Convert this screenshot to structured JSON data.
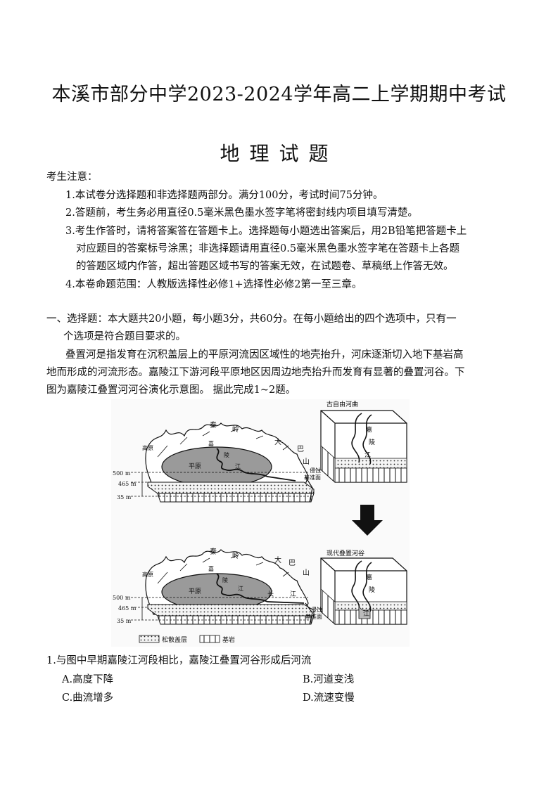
{
  "header": {
    "title": "本溪市部分中学2023-2024学年高二上学期期中考试",
    "subtitle": "地理试题"
  },
  "notice": {
    "heading": "考生注意：",
    "items": [
      "1.本试卷分选择题和非选择题两部分。满分100分，考试时间75分钟。",
      "2.答题前，考生务必用直径0.5毫米黑色墨水签字笔将密封线内项目填写清楚。",
      "3.考生作答时，请将答案答在答题卡上。选择题每小题选出答案后，用2B铅笔把答题卡上",
      "对应题目的答案标号涂黑；非选择题请用直径0.5毫米黑色墨水签字笔在答题卡上各题",
      "的答题区域内作答，超出答题区域书写的答案无效，在试题卷、草稿纸上作答无效。",
      "4.本卷命题范围：人教版选择性必修1+选择性必修2第一至三章。"
    ]
  },
  "section1": {
    "heading_line1": "一、选择题：本大题共20小题，每小题3分，共60分。在每小题给出的四个选项中，只有一",
    "heading_line2": "个选项是符合题目要求的。",
    "passage": [
      "叠置河是指发育在沉积盖层上的平原河流因区域性的地壳抬升，河床逐渐切入地下基岩高",
      "地而形成的河流形态。嘉陵江下游河段平原地区因周边地壳抬升而发育有显著的叠置河谷。下",
      "图为嘉陵江叠置河河谷演化示意图。 据此完成1~2题。"
    ]
  },
  "figure": {
    "top_panel": {
      "labels": [
        "秦",
        "岭",
        "大",
        "巴",
        "山",
        "高原",
        "平原",
        "嘉",
        "陵",
        "江"
      ],
      "block_title": "古自由河曲",
      "block_river": [
        "嘉",
        "陵",
        "江"
      ],
      "base_label": [
        "侵蚀",
        "基准面"
      ]
    },
    "bottom_panel": {
      "labels": [
        "秦",
        "岭",
        "大",
        "巴",
        "山",
        "高原",
        "平原",
        "嘉",
        "陵",
        "江",
        "长",
        "江"
      ],
      "block_title": "现代叠置河谷",
      "block_river": [
        "嘉",
        "陵",
        "江"
      ],
      "base_label": [
        "侵蚀",
        "基准面"
      ]
    },
    "elevations": [
      "500 m",
      "465 m",
      "35 m"
    ],
    "legend": [
      "松散盖层",
      "基岩"
    ]
  },
  "question1": {
    "stem": "1.与图中早期嘉陵江河段相比，嘉陵江叠置河谷形成后河流",
    "options": [
      "A.高度下降",
      "B.河道变浅",
      "C.曲流增多",
      "D.流速变慢"
    ]
  }
}
